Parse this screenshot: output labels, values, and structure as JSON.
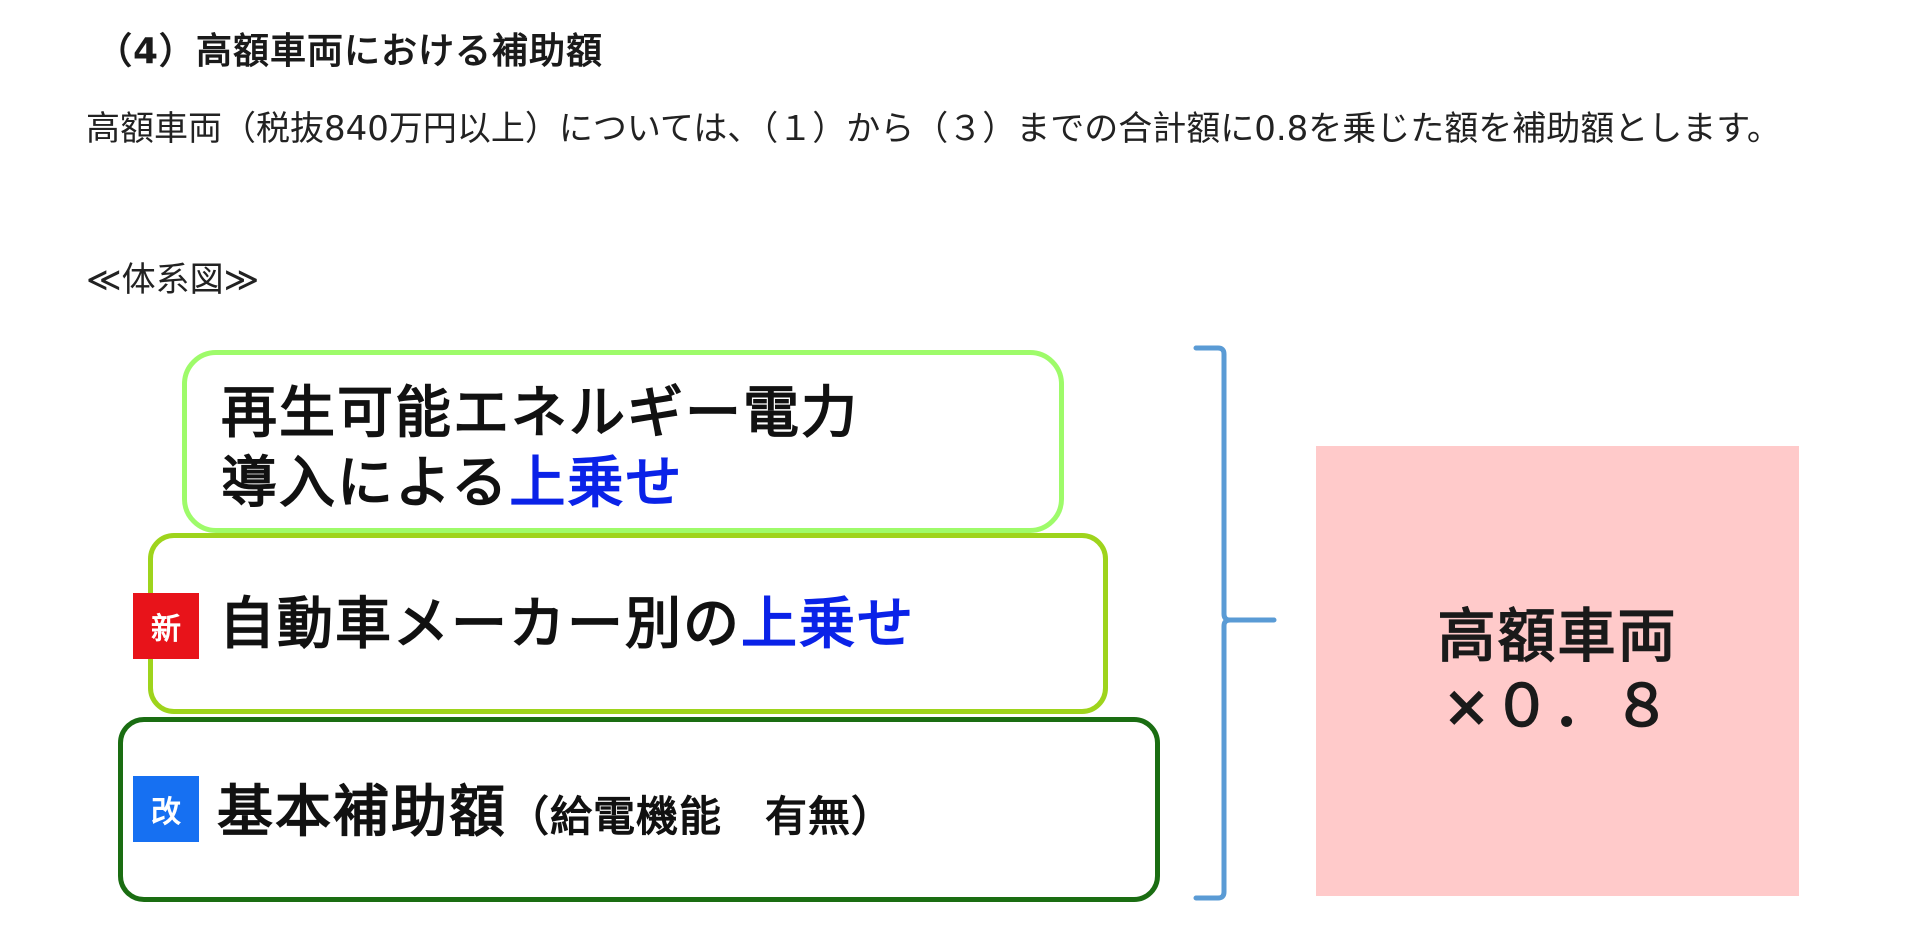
{
  "heading": "（4）高額車両における補助額",
  "paragraph": "高額車両（税抜840万円以上）については、（１）から（３）までの合計額に0.8を乗じた額を補助額とします。",
  "diagram_label": "≪体系図≫",
  "diagram": {
    "top_box": {
      "line1": "再生可能エネルギー電力",
      "line2_prefix": "導入による",
      "line2_highlight": "上乗せ",
      "border_color": "#9efb6a"
    },
    "middle_box": {
      "badge": "新",
      "badge_color": "#e8131a",
      "text_prefix": "自動車メーカー別の",
      "text_highlight": "上乗せ",
      "border_color": "#9ed41c"
    },
    "bottom_box": {
      "badge": "改",
      "badge_color": "#1670f2",
      "text_main": "基本補助額",
      "text_paren": "（給電機能　有無）",
      "border_color": "#1a6d12"
    },
    "highlight_color": "#0a22e8",
    "bracket_color": "#5a9bd5",
    "result": {
      "line1": "高額車両",
      "line2": "×０．８",
      "background": "#ffcaca"
    }
  }
}
